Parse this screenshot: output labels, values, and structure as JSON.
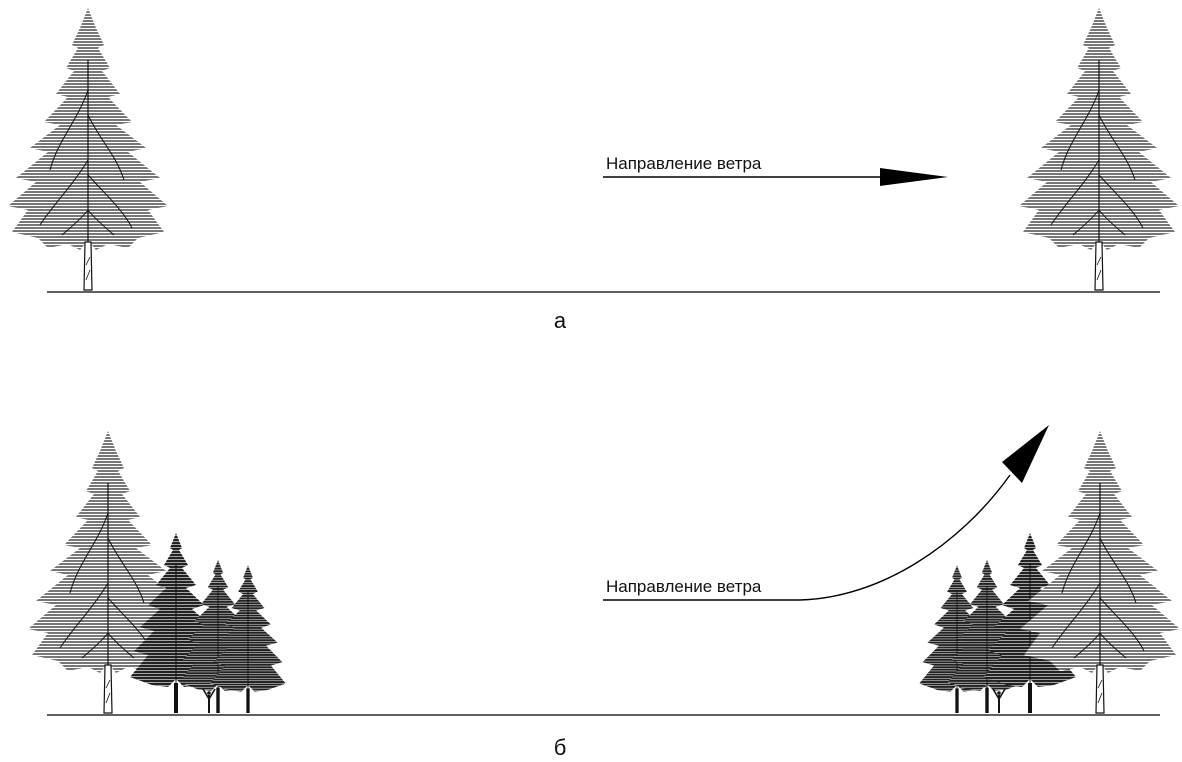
{
  "panels": [
    {
      "id": "a",
      "letter": "а",
      "wind_label": "Направление ветра"
    },
    {
      "id": "b",
      "letter": "б",
      "wind_label": "Направление ветра"
    }
  ],
  "colors": {
    "spruce_light": "#7a7a7a",
    "spruce_dark": "#2e2e2e",
    "ground": "#000000",
    "arrow": "#000000"
  }
}
